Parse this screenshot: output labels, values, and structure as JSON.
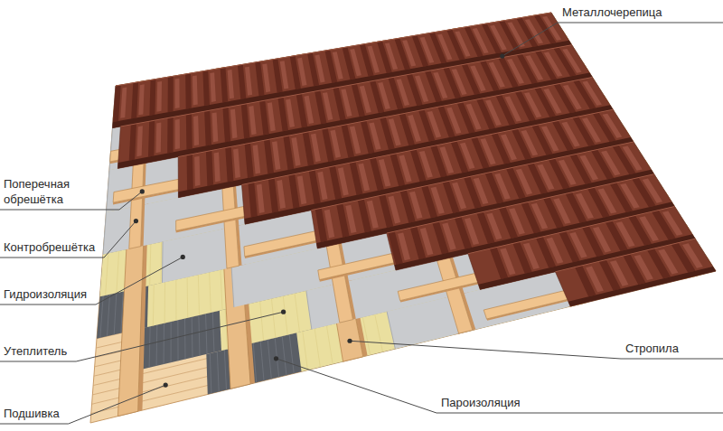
{
  "diagram": {
    "labels": [
      "Металлочерепица",
      "Поперечная обрешётка",
      "Контробрешётка",
      "Гидроизоляция",
      "Стропила",
      "Утеплитель",
      "Пароизоляция",
      "Подшивка"
    ]
  }
}
